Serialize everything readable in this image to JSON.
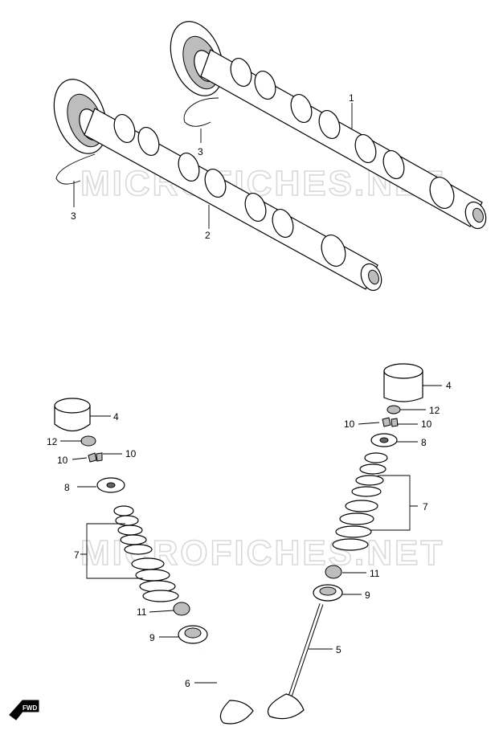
{
  "watermark": "MICROFICHES.NET",
  "direction_badge": "FWD",
  "callouts": {
    "c1": "1",
    "c2": "2",
    "c3a": "3",
    "c3b": "3",
    "c4l": "4",
    "c4r": "4",
    "c5": "5",
    "c6": "6",
    "c7l": "7",
    "c7r": "7",
    "c8l": "8",
    "c8r": "8",
    "c9l": "9",
    "c9r": "9",
    "c10a": "10",
    "c10b": "10",
    "c10c": "10",
    "c10d": "10",
    "c11l": "11",
    "c11r": "11",
    "c12l": "12",
    "c12r": "12"
  }
}
